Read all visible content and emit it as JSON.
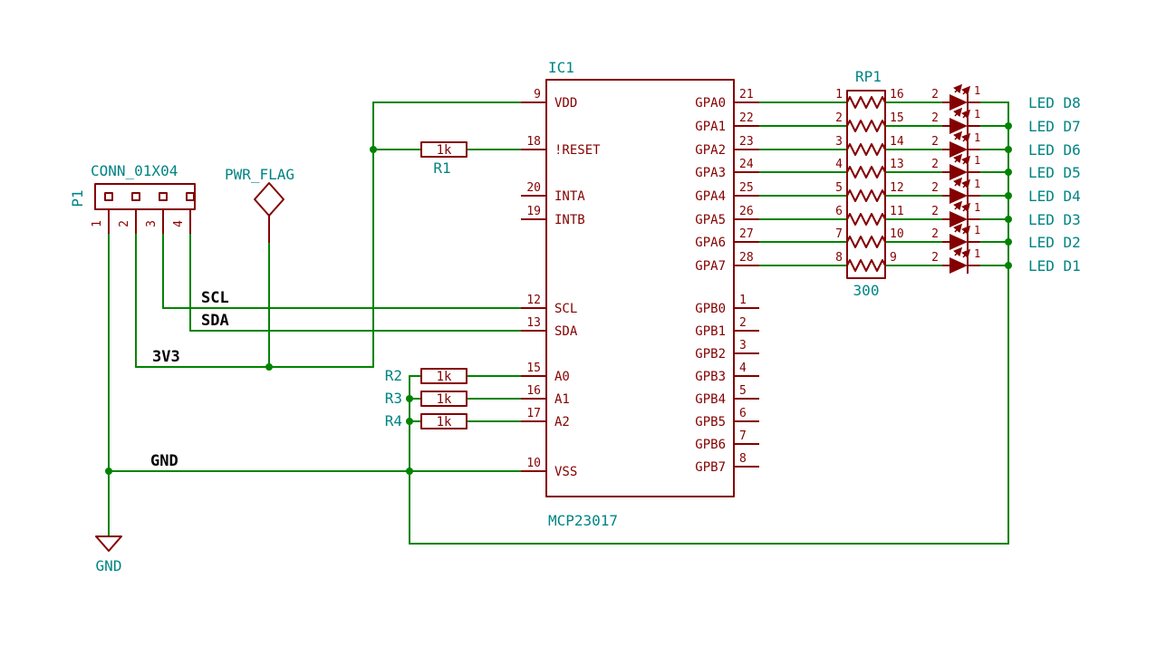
{
  "colors": {
    "wire": "#008400",
    "component": "#840000",
    "reference_text": "#008484",
    "pin_text": "#840000",
    "net_label_text": "#000000",
    "background": "#ffffff"
  },
  "ic1": {
    "reference": "IC1",
    "value": "MCP23017",
    "left_pins": [
      {
        "number": "9",
        "name": "VDD"
      },
      {
        "number": "18",
        "name": "!RESET"
      },
      {
        "number": "20",
        "name": "INTA"
      },
      {
        "number": "19",
        "name": "INTB"
      },
      {
        "number": "12",
        "name": "SCL"
      },
      {
        "number": "13",
        "name": "SDA"
      },
      {
        "number": "15",
        "name": "A0"
      },
      {
        "number": "16",
        "name": "A1"
      },
      {
        "number": "17",
        "name": "A2"
      },
      {
        "number": "10",
        "name": "VSS"
      }
    ],
    "gpa_pins": [
      {
        "number": "21",
        "name": "GPA0"
      },
      {
        "number": "22",
        "name": "GPA1"
      },
      {
        "number": "23",
        "name": "GPA2"
      },
      {
        "number": "24",
        "name": "GPA3"
      },
      {
        "number": "25",
        "name": "GPA4"
      },
      {
        "number": "26",
        "name": "GPA5"
      },
      {
        "number": "27",
        "name": "GPA6"
      },
      {
        "number": "28",
        "name": "GPA7"
      }
    ],
    "gpb_pins": [
      {
        "number": "1",
        "name": "GPB0"
      },
      {
        "number": "2",
        "name": "GPB1"
      },
      {
        "number": "3",
        "name": "GPB2"
      },
      {
        "number": "4",
        "name": "GPB3"
      },
      {
        "number": "5",
        "name": "GPB4"
      },
      {
        "number": "6",
        "name": "GPB5"
      },
      {
        "number": "7",
        "name": "GPB6"
      },
      {
        "number": "8",
        "name": "GPB7"
      }
    ]
  },
  "connector_p1": {
    "reference": "P1",
    "value": "CONN_01X04",
    "pin_numbers": [
      "1",
      "2",
      "3",
      "4"
    ]
  },
  "pwr_flag": {
    "label": "PWR_FLAG"
  },
  "gnd_symbol": {
    "label": "GND"
  },
  "net_labels": {
    "scl": "SCL",
    "sda": "SDA",
    "v3": "3V3",
    "gnd": "GND"
  },
  "resistors": {
    "r1": {
      "reference": "R1",
      "value": "1k"
    },
    "r2": {
      "reference": "R2",
      "value": "1k"
    },
    "r3": {
      "reference": "R3",
      "value": "1k"
    },
    "r4": {
      "reference": "R4",
      "value": "1k"
    }
  },
  "rp1": {
    "reference": "RP1",
    "value": "300",
    "left_pin_numbers": [
      "1",
      "2",
      "3",
      "4",
      "5",
      "6",
      "7",
      "8"
    ],
    "right_pin_numbers": [
      "16",
      "15",
      "14",
      "13",
      "12",
      "11",
      "10",
      "9"
    ]
  },
  "leds": [
    {
      "label": "LED D8",
      "anode_pin": "2",
      "cathode_pin": "1"
    },
    {
      "label": "LED D7",
      "anode_pin": "2",
      "cathode_pin": "1"
    },
    {
      "label": "LED D6",
      "anode_pin": "2",
      "cathode_pin": "1"
    },
    {
      "label": "LED D5",
      "anode_pin": "2",
      "cathode_pin": "1"
    },
    {
      "label": "LED D4",
      "anode_pin": "2",
      "cathode_pin": "1"
    },
    {
      "label": "LED D3",
      "anode_pin": "2",
      "cathode_pin": "1"
    },
    {
      "label": "LED D2",
      "anode_pin": "2",
      "cathode_pin": "1"
    },
    {
      "label": "LED D1",
      "anode_pin": "2",
      "cathode_pin": "1"
    }
  ]
}
